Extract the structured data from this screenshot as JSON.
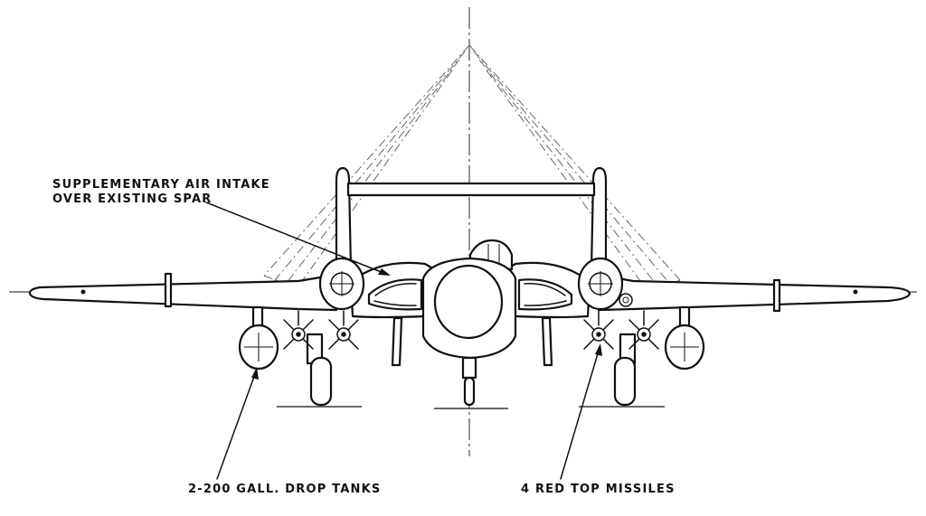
{
  "labels": {
    "intake_line1": "SUPPLEMENTARY AIR INTAKE",
    "intake_line2": "OVER EXISTING SPAR",
    "drop_tanks": "2-200 GALL. DROP TANKS",
    "missiles": "4 RED TOP MISSILES"
  }
}
